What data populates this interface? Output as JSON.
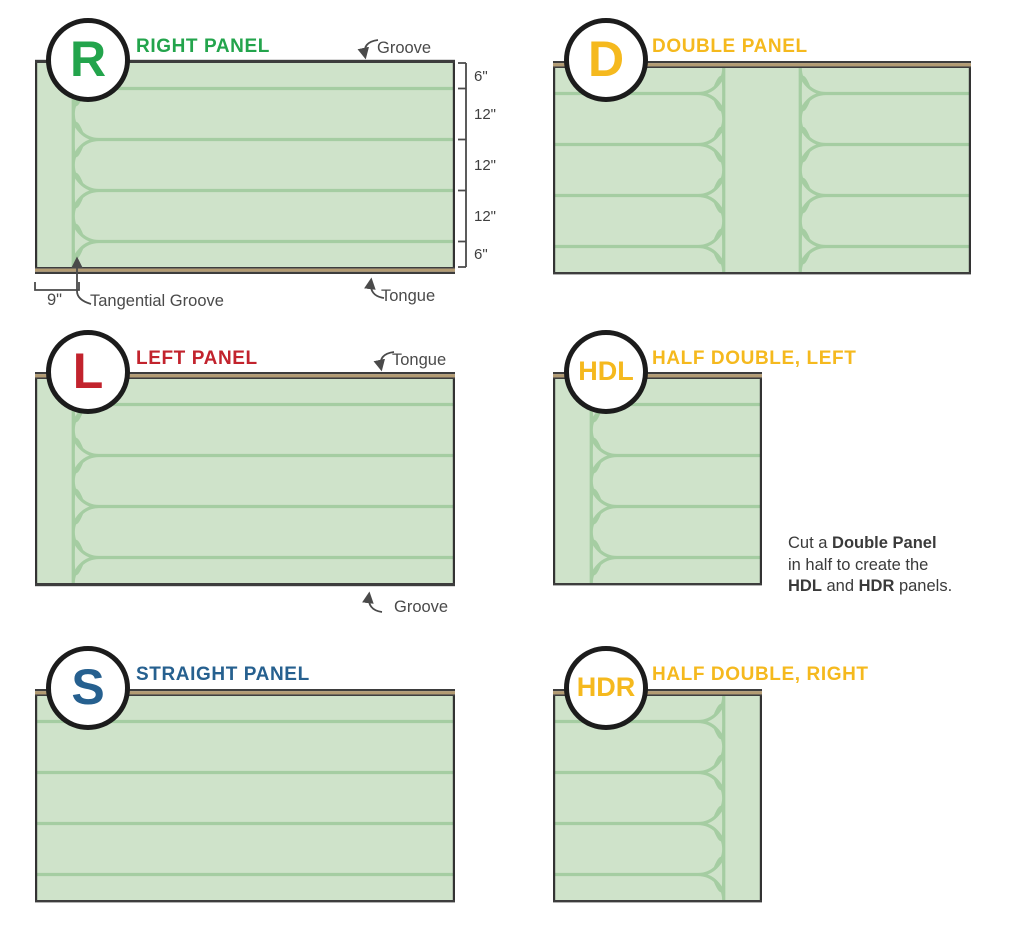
{
  "colors": {
    "panel_fill": "#cfe3ca",
    "channel": "#a5cda2",
    "tan": "#b39b72",
    "edge_dark": "#3d3d3d",
    "border": "#333333",
    "annotation": "#4a4a4a",
    "note_text": "#3a3a3a",
    "badge_border": "#1c1c1c"
  },
  "panels": {
    "right": {
      "badge": "R",
      "title": "RIGHT PANEL",
      "color": "#23a44c",
      "annotations": {
        "groove": "Groove",
        "tongue": "Tongue",
        "tangential": "Tangential Groove",
        "offset": "9\""
      },
      "dims": [
        "6\"",
        "12\"",
        "12\"",
        "12\"",
        "6\""
      ]
    },
    "double": {
      "badge": "D",
      "title": "DOUBLE PANEL",
      "color": "#f5b91e"
    },
    "left": {
      "badge": "L",
      "title": "LEFT PANEL",
      "color": "#c2232d",
      "annotations": {
        "tongue": "Tongue",
        "groove": "Groove"
      }
    },
    "hdl": {
      "badge": "HDL",
      "title": "HALF DOUBLE, LEFT",
      "color": "#f5b91e"
    },
    "straight": {
      "badge": "S",
      "title": "STRAIGHT PANEL",
      "color": "#26608f"
    },
    "hdr": {
      "badge": "HDR",
      "title": "HALF DOUBLE, RIGHT",
      "color": "#f5b91e"
    }
  },
  "note": {
    "l1a": "Cut a ",
    "l1b": "Double Panel",
    "l2": "in half to create the",
    "l3a": "HDL",
    "l3b": " and ",
    "l3c": "HDR",
    "l3d": " panels."
  }
}
